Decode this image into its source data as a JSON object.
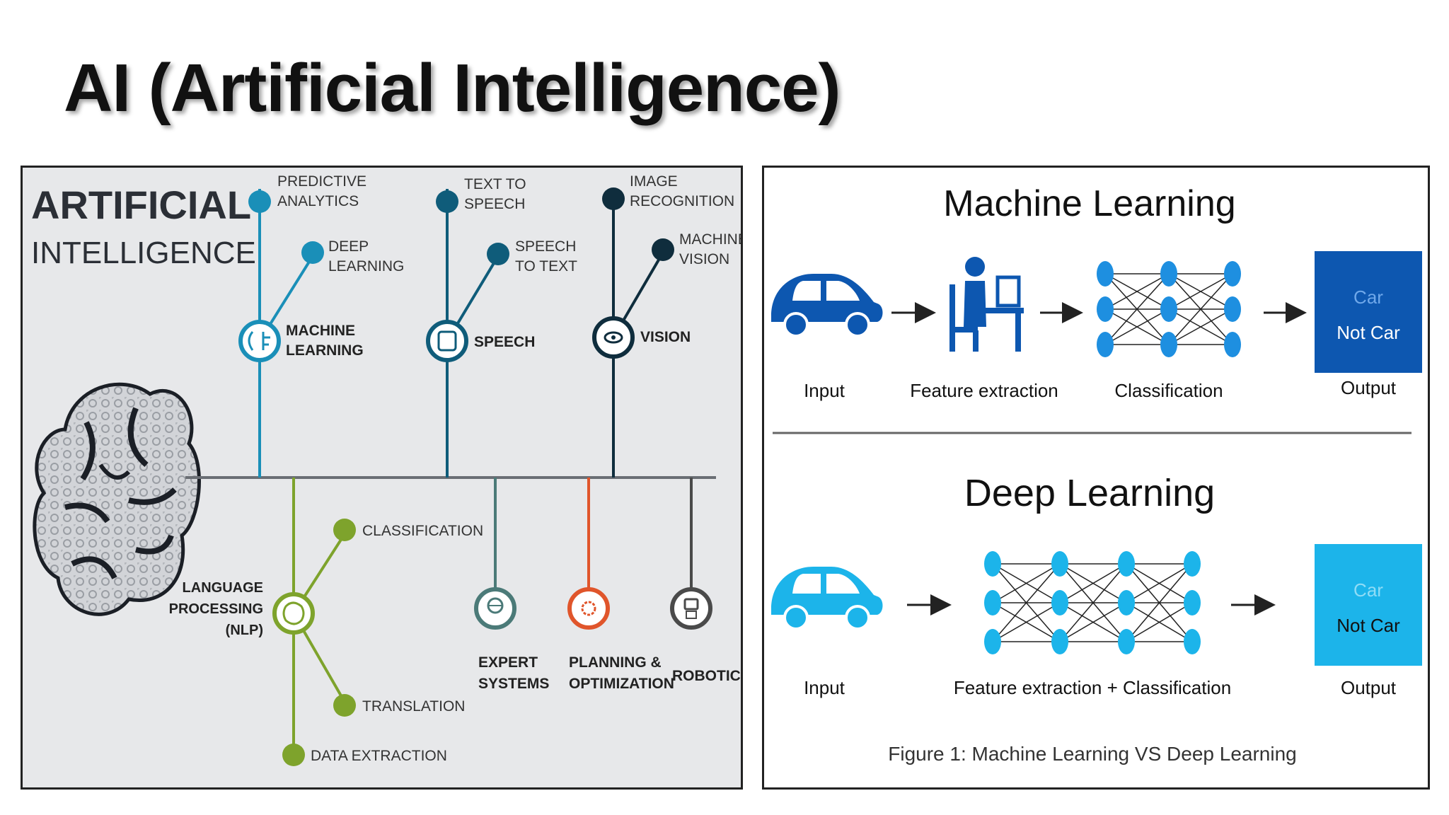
{
  "slide": {
    "title": "AI (Artificial Intelligence)"
  },
  "ai_diagram": {
    "heading_line1": "ARTIFICIAL",
    "heading_line2": "INTELLIGENCE",
    "branches": {
      "machine_learning": {
        "label_1": "MACHINE",
        "label_2": "LEARNING",
        "color": "#1a8fb8",
        "leaves": [
          {
            "l1": "PREDICTIVE",
            "l2": "ANALYTICS"
          },
          {
            "l1": "DEEP",
            "l2": "LEARNING"
          }
        ]
      },
      "speech": {
        "label_1": "SPEECH",
        "color": "#0f5c7a",
        "leaves": [
          {
            "l1": "TEXT TO",
            "l2": "SPEECH"
          },
          {
            "l1": "SPEECH",
            "l2": "TO TEXT"
          }
        ]
      },
      "vision": {
        "label_1": "VISION",
        "color": "#0f2d3d",
        "leaves": [
          {
            "l1": "IMAGE",
            "l2": "RECOGNITION"
          },
          {
            "l1": "MACHINE",
            "l2": "VISION"
          }
        ]
      },
      "nlp": {
        "label_1": "LANGUAGE",
        "label_2": "PROCESSING",
        "label_3": "(NLP)",
        "color": "#7ea32c",
        "leaves": [
          {
            "l1": "CLASSIFICATION"
          },
          {
            "l1": "TRANSLATION"
          },
          {
            "l1": "DATA EXTRACTION"
          }
        ]
      },
      "expert_systems": {
        "label_1": "EXPERT",
        "label_2": "SYSTEMS",
        "color": "#4b7a78"
      },
      "planning": {
        "label_1": "PLANNING &",
        "label_2": "OPTIMIZATION",
        "color": "#e0552b"
      },
      "robotics": {
        "label_1": "ROBOTICS",
        "color": "#4a4a4a"
      }
    }
  },
  "ml_vs_dl": {
    "ml_title": "Machine Learning",
    "dl_title": "Deep Learning",
    "ml_steps": {
      "input": "Input",
      "feature": "Feature extraction",
      "classify": "Classification",
      "output": "Output"
    },
    "ml_output_box": {
      "line1": "Car",
      "line2": "Not Car",
      "color": "#0d57b0"
    },
    "dl_steps": {
      "input": "Input",
      "feature_classify": "Feature extraction + Classification",
      "output": "Output"
    },
    "dl_output_box": {
      "line1": "Car",
      "line2": "Not Car",
      "color": "#1cb4ea"
    },
    "caption": "Figure 1: Machine Learning VS Deep Learning",
    "colors": {
      "ml_car": "#0d57b0",
      "dl_car": "#1cb4ea",
      "node": "#1e8fe0"
    }
  }
}
